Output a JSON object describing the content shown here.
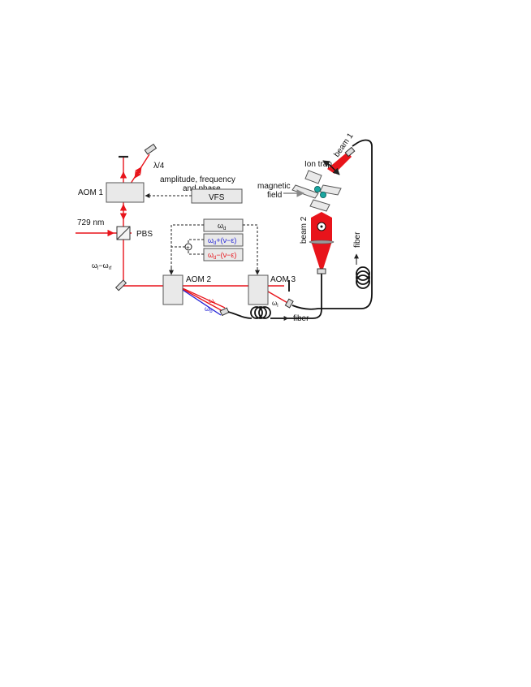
{
  "labels": {
    "aom1": "AOM 1",
    "aom2": "AOM 2",
    "aom3": "AOM 3",
    "pbs": "PBS",
    "laser": "729 nm",
    "lambda4": "λ/4",
    "amp_line1": "amplitude, frequency",
    "amp_line2": "and phase",
    "vfs": "VFS",
    "ion_trap": "Ion trap",
    "magnetic_line1": "magnetic",
    "magnetic_line2": "field",
    "beam1": "beam 1",
    "beam2": "beam 2",
    "fiber_right": "fiber",
    "fiber_bottom": "fiber",
    "omega_d": "ω",
    "omega_d_sub": "d",
    "omega_d_plus": "ω",
    "omega_d_plus_sub": "d",
    "omega_d_plus_rest": "+(ν−ε)",
    "omega_d_minus": "ω",
    "omega_d_minus_sub": "d",
    "omega_d_minus_rest": "−(ν−ε)",
    "plus_sign": "+",
    "omega_l_minus": "ω",
    "omega_l_minus_sub": "l",
    "omega_l_minus_mid": "−ω",
    "omega_l_minus_sub2": "rf",
    "omega_r": "ω",
    "omega_r_sub": "r",
    "omega_b": "ω",
    "omega_b_sub": "b",
    "omega_l": "ω",
    "omega_l_sub": "l"
  },
  "colors": {
    "laser": "#e8141b",
    "blue": "#2424d6",
    "box_fill": "#e9e9e9",
    "box_stroke": "#555555",
    "ion": "#1aa6a0"
  }
}
